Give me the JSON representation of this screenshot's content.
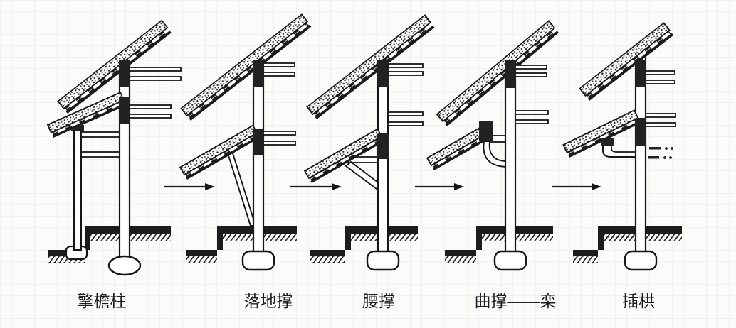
{
  "figure": {
    "background_color": "#fbfbfa",
    "ink_color": "#1a1a1a",
    "arrow_icon": "→",
    "arrow_count": 4,
    "stages": [
      {
        "id": "qingyanzhu",
        "label": "擎檐柱"
      },
      {
        "id": "luodicheng",
        "label": "落地撑"
      },
      {
        "id": "yaocheng",
        "label": "腰撑"
      },
      {
        "id": "qucheng-luan",
        "label": "曲撑——栾"
      },
      {
        "id": "chagong",
        "label": "插栱"
      }
    ]
  }
}
